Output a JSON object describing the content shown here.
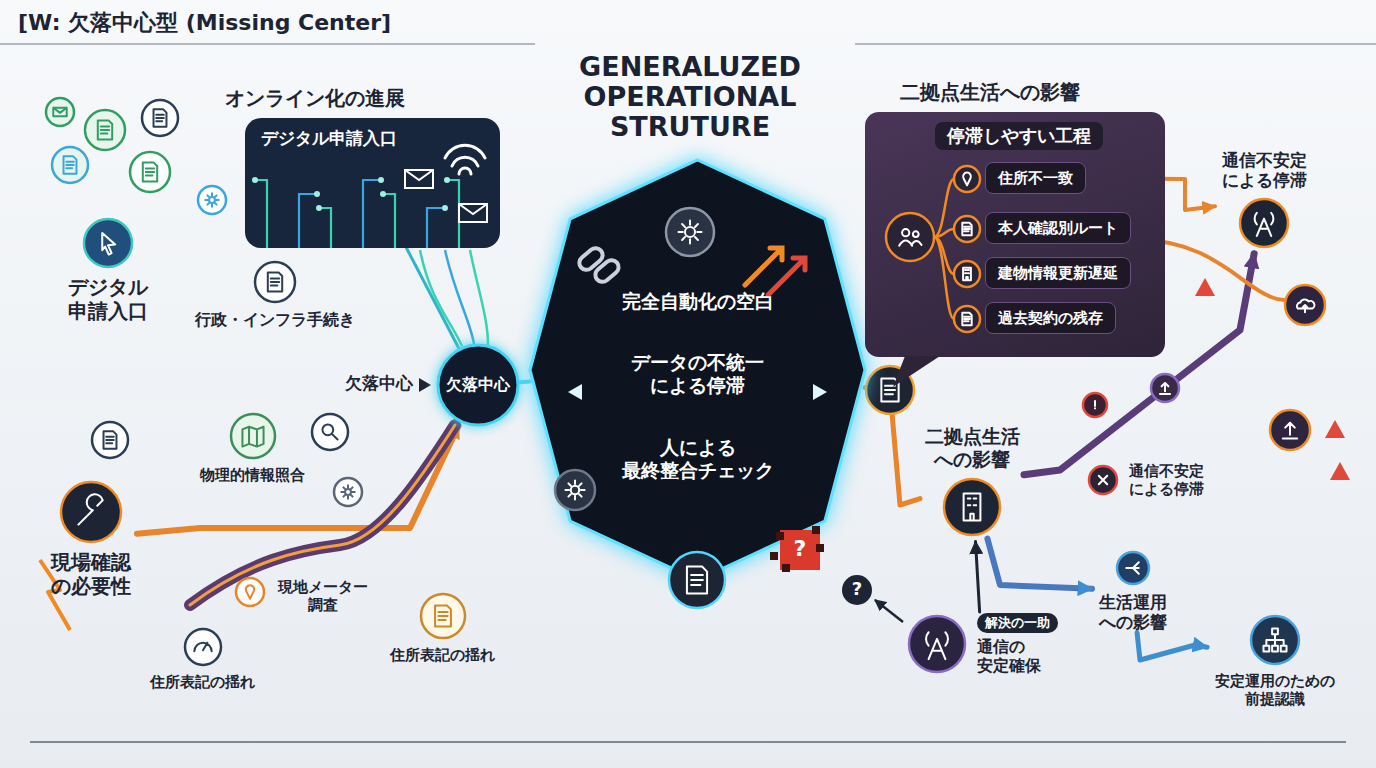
{
  "diagram": {
    "title": "[W: 欠落中心型 (Missing Center]",
    "nodes": [
      {
        "text": [
          "完全自動化の空白",
          "データの不統一 による停滞",
          "人による 最終整合チェック"
        ]
      },
      {
        "text": [
          "欠落中心"
        ]
      },
      {
        "text": [
          "デジタル申請入口"
        ]
      },
      {
        "text": [
          "デジタル 申請入口"
        ]
      },
      {
        "text": [
          "行政・インフラ手続き"
        ]
      },
      {
        "text": [
          "物理的情報照合"
        ]
      },
      {
        "text": [
          "現場確認 の必要性"
        ]
      },
      {
        "text": [
          "現地メーター 調査"
        ]
      },
      {
        "text": [
          "住所表記の揺れ"
        ]
      },
      {
        "text": [
          "住所表記の揺れ"
        ]
      },
      {
        "text": [
          "停滞しやすい工程"
        ]
      },
      {
        "text": [
          "住所不一致"
        ],
        "in": 10
      },
      {
        "text": [
          "本人確認別ルート"
        ],
        "in": 10
      },
      {
        "text": [
          "建物情報更新遅延"
        ],
        "in": 10
      },
      {
        "text": [
          "過去契約の残存"
        ],
        "in": 10
      },
      {
        "text": [
          "通信不安定 による停滞"
        ]
      },
      {
        "text": [
          "二拠点生活 への影響"
        ]
      },
      {
        "text": [
          "通信不安定 による停滞"
        ]
      },
      {
        "text": [
          "生活運用 への影響"
        ]
      },
      {
        "text": [
          "安定運用のための 前提認識"
        ]
      },
      {
        "text": [
          "解決の一助",
          "通信の 安定確保"
        ]
      }
    ],
    "edges": [
      {
        "from": 2,
        "to": 1,
        "arrow": "none"
      },
      {
        "from": 6,
        "to": 1,
        "arrow": "to"
      },
      {
        "from": 1,
        "to": 0,
        "arrow": "none"
      },
      {
        "from": 0,
        "to": 16,
        "arrow": "none"
      },
      {
        "from": 11,
        "to": 15,
        "arrow": "to"
      },
      {
        "from": 16,
        "to": 15,
        "arrow": "to"
      },
      {
        "from": 16,
        "to": 18,
        "arrow": "to"
      },
      {
        "from": 18,
        "to": 19,
        "arrow": "to"
      },
      {
        "from": 20,
        "to": 16,
        "arrow": "to"
      }
    ],
    "labels": [
      "オンライン化の進展",
      "GENERALUZED OPERATIONAL STRUTURE",
      "欠落中心",
      "二拠点生活への影響",
      "?",
      "?"
    ]
  }
}
